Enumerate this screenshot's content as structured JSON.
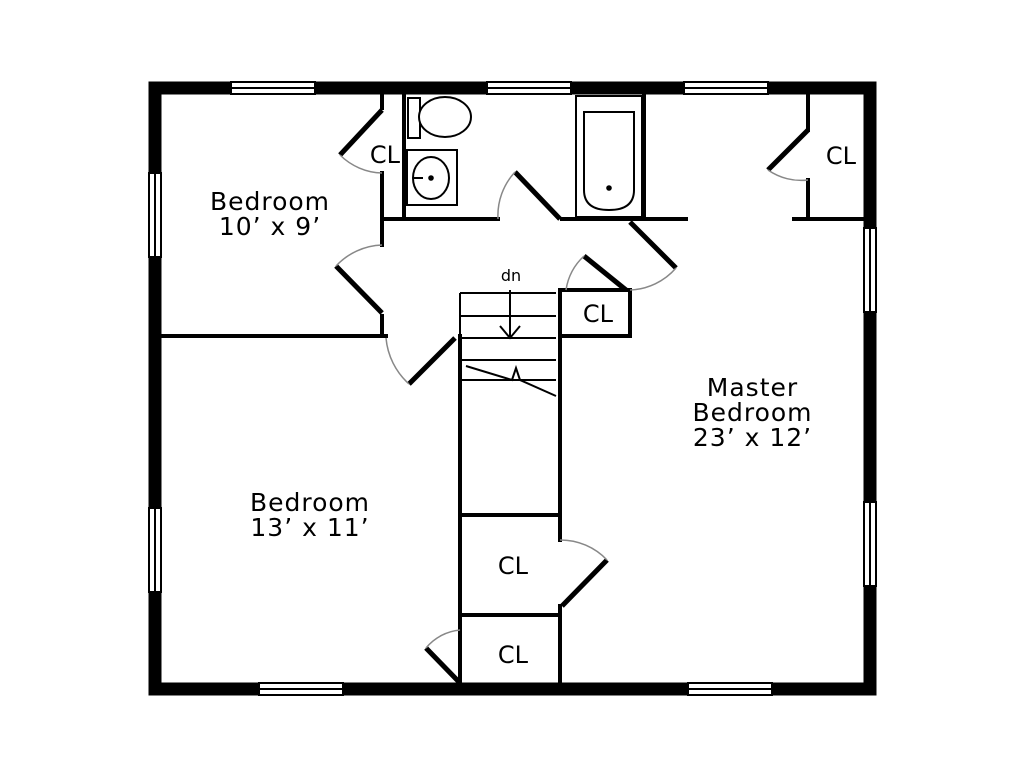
{
  "plan": {
    "rooms": [
      {
        "name": "Bedroom",
        "size": "10’ x 9’"
      },
      {
        "name": "Bedroom",
        "size": "13’ x 11’"
      },
      {
        "name_line1": "Master",
        "name_line2": "Bedroom",
        "size": "23’ x 12’"
      }
    ],
    "closet_label": "CL",
    "stair_label": "dn"
  }
}
